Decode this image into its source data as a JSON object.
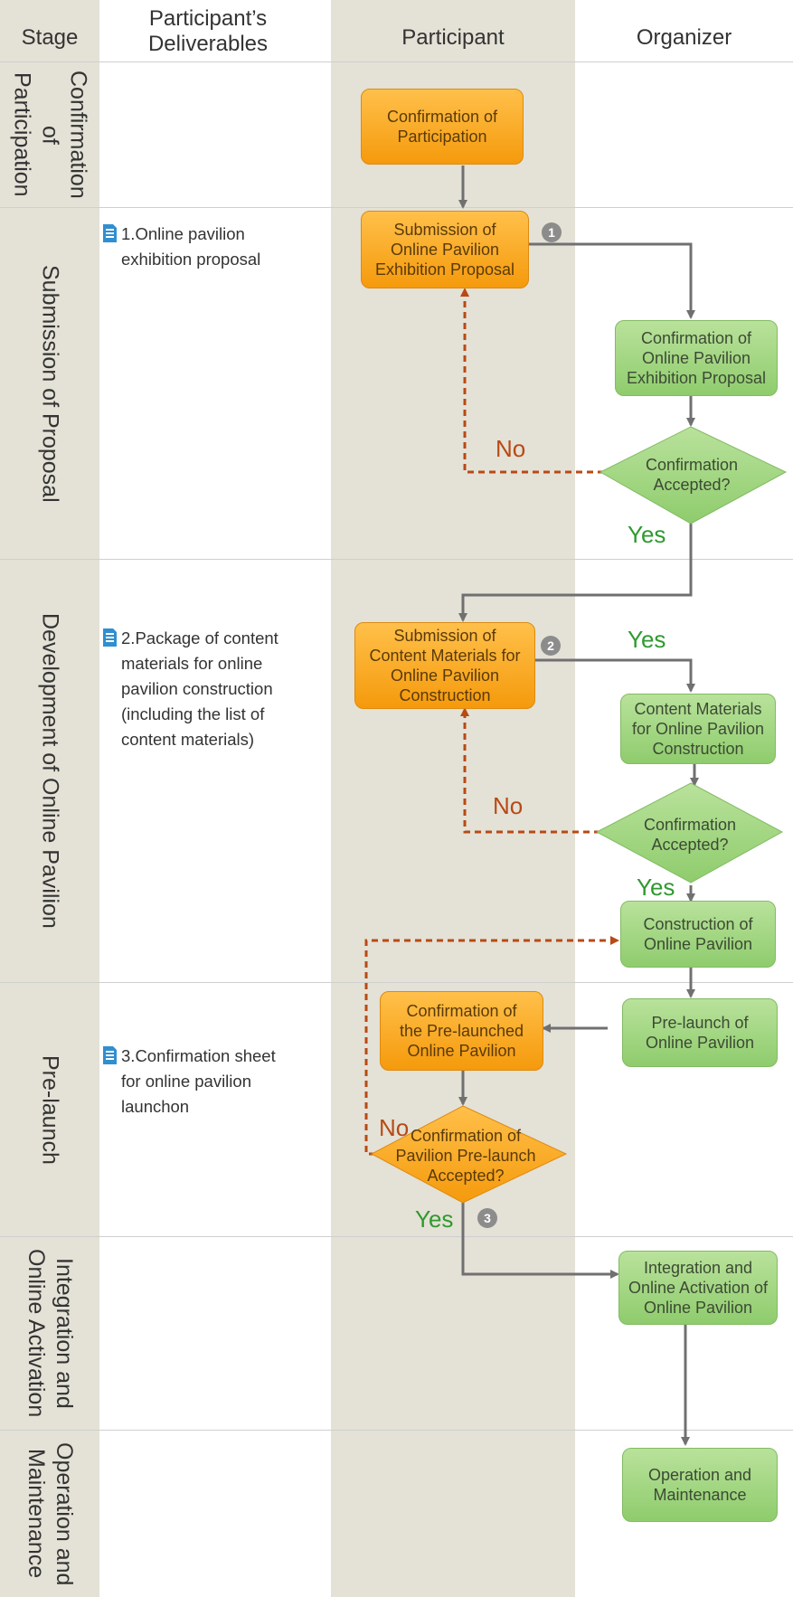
{
  "headers": {
    "stage": "Stage",
    "deliverables": "Participant’s\nDeliverables",
    "participant": "Participant",
    "organizer": "Organizer"
  },
  "stages": [
    "Confirmation\nof\nParticipation",
    "Submission of Proposal",
    "Development of Online Pavilion",
    "Pre-launch",
    "Integration and\nOnline Activation",
    "Operation and\nMaintenance"
  ],
  "deliverables": [
    {
      "num": "1.",
      "text": "Online pavilion\nexhibition proposal"
    },
    {
      "num": "2.",
      "text": "Package of content\nmaterials for online\npavilion construction\n(including the list of\ncontent materials)"
    },
    {
      "num": "3.",
      "text": "Confirmation sheet\nfor online pavilion\nlaunchon"
    }
  ],
  "participant_steps": {
    "confirm_participation": "Confirmation of\nParticipation",
    "submit_proposal": "Submission of\nOnline Pavilion\nExhibition Proposal",
    "submit_materials": "Submission of\nContent Materials for\nOnline Pavilion\nConstruction",
    "confirm_prelaunched": "Confirmation of\nthe Pre-launched\nOnline Pavilion",
    "decision_prelaunch": "Confirmation of\nPavilion Pre-launch\nAccepted?"
  },
  "organizer_steps": {
    "confirm_proposal": "Confirmation of\nOnline Pavilion\nExhibition Proposal",
    "decision_1": "Confirmation\nAccepted?",
    "content_materials": "Content Materials\nfor Online Pavilion\nConstruction",
    "decision_2": "Confirmation\nAccepted?",
    "construction": "Construction of\nOnline Pavilion",
    "prelaunch": "Pre-launch of\nOnline Pavilion",
    "integration": "Integration and\nOnline Activation of\nOnline Pavilion",
    "operation": "Operation and\nMaintenance"
  },
  "labels": {
    "yes": "Yes",
    "no": "No"
  },
  "badges": [
    "1",
    "2",
    "3"
  ],
  "colors": {
    "column_bg": "#e4e1d6",
    "participant_box": "#f7a520",
    "organizer_box": "#a3d685",
    "yes_text": "#2f9a2f",
    "no_text": "#b84a15",
    "connector": "#707070",
    "no_connector": "#b84a15"
  }
}
